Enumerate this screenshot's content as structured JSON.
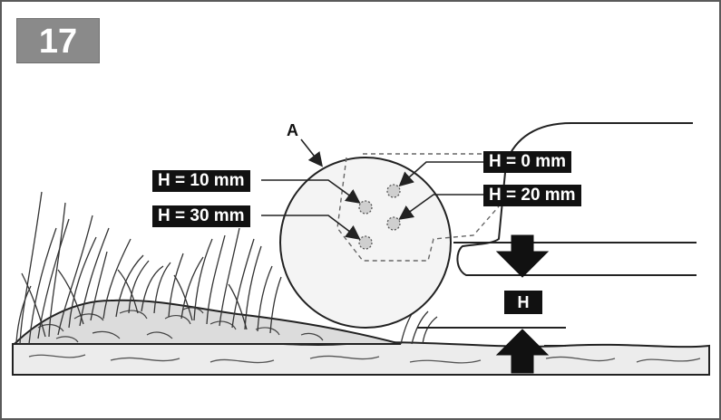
{
  "figure": {
    "step_number": "17",
    "part_label": "A",
    "dimension_label": "H"
  },
  "heights": [
    {
      "text": "H = 0 mm"
    },
    {
      "text": "H = 10 mm"
    },
    {
      "text": "H = 20 mm"
    },
    {
      "text": "H = 30 mm"
    }
  ],
  "colors": {
    "badge_background": "#8a8a8a",
    "label_background": "#111111",
    "line": "#222222",
    "ground_fill": "#e9e9e9"
  },
  "icons": [
    "arrow-down-icon",
    "arrow-up-icon",
    "leader-arrow-icon"
  ]
}
